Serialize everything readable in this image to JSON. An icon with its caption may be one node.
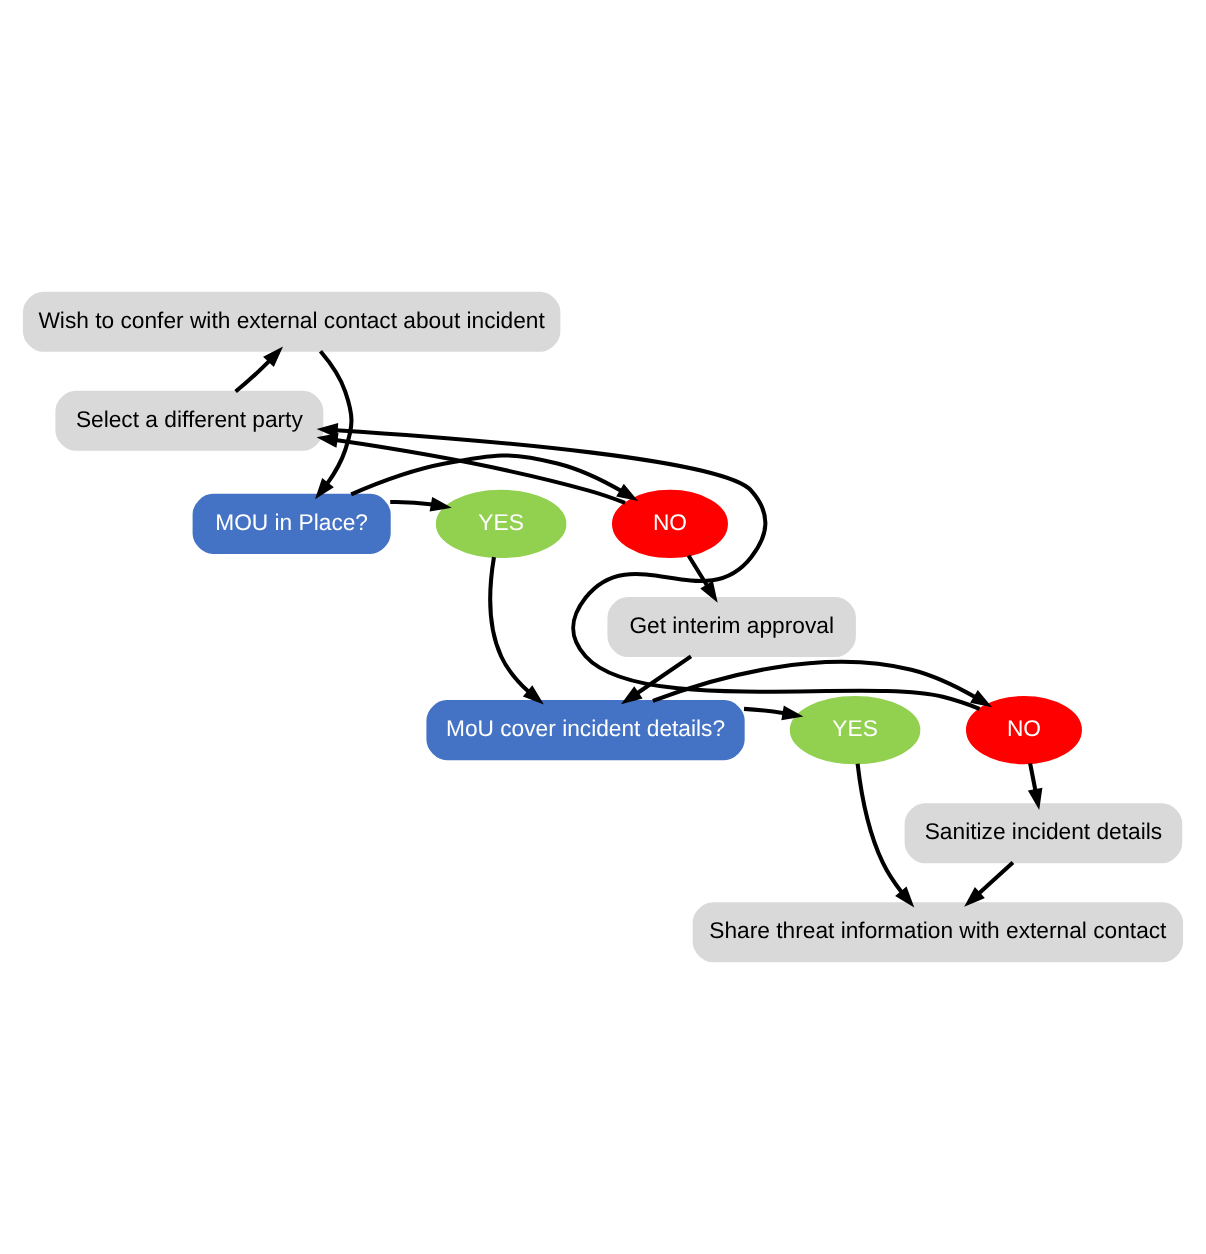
{
  "diagram": {
    "nodes": [
      {
        "text": [
          "Wish to confer with external contact about incident"
        ]
      },
      {
        "text": [
          "Select a different party"
        ]
      },
      {
        "text": [
          "NO"
        ]
      },
      {
        "text": [
          "MOU in Place?"
        ]
      },
      {
        "text": [
          "YES"
        ]
      },
      {
        "text": [
          "Get interim approval"
        ]
      },
      {
        "text": [
          "NO"
        ]
      },
      {
        "text": [
          "MoU cover incident details?"
        ]
      },
      {
        "text": [
          "YES"
        ]
      },
      {
        "text": [
          "Sanitize incident details"
        ]
      },
      {
        "text": [
          "Share threat information with external contact"
        ]
      }
    ],
    "edges": [
      {
        "from": 1,
        "to": 0,
        "arrow": "to"
      },
      {
        "from": 0,
        "to": 3,
        "arrow": "to"
      },
      {
        "from": 3,
        "to": 2,
        "arrow": "to"
      },
      {
        "from": 3,
        "to": 4,
        "arrow": "to"
      },
      {
        "from": 2,
        "to": 1,
        "arrow": "to"
      },
      {
        "from": 2,
        "to": 5,
        "arrow": "to"
      },
      {
        "from": 5,
        "to": 7,
        "arrow": "to"
      },
      {
        "from": 4,
        "to": 7,
        "arrow": "to"
      },
      {
        "from": 7,
        "to": 6,
        "arrow": "to"
      },
      {
        "from": 7,
        "to": 8,
        "arrow": "to"
      },
      {
        "from": 6,
        "to": 1,
        "arrow": "to"
      },
      {
        "from": 6,
        "to": 9,
        "arrow": "to"
      },
      {
        "from": 9,
        "to": 10,
        "arrow": "to"
      },
      {
        "from": 8,
        "to": 10,
        "arrow": "to"
      }
    ]
  }
}
